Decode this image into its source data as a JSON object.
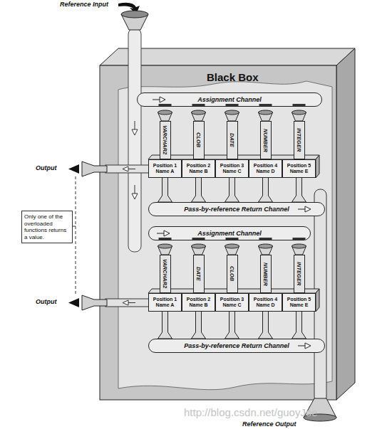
{
  "diagram": {
    "nodes": [
      {
        "text": [
          "Black Box"
        ]
      },
      {
        "text": [
          "Assignment Channel"
        ],
        "in": 0
      },
      {
        "text": [
          "VARCHAR2"
        ],
        "in": 0
      },
      {
        "text": [
          "CLOB"
        ],
        "in": 0
      },
      {
        "text": [
          "DATE"
        ],
        "in": 0
      },
      {
        "text": [
          "NUMBER"
        ],
        "in": 0
      },
      {
        "text": [
          "INTEGER"
        ],
        "in": 0
      },
      {
        "text": [
          "Position 1 Name A"
        ],
        "in": 0
      },
      {
        "text": [
          "Position 2 Name B"
        ],
        "in": 0
      },
      {
        "text": [
          "Position 3 Name C"
        ],
        "in": 0
      },
      {
        "text": [
          "Position 4 Name D"
        ],
        "in": 0
      },
      {
        "text": [
          "Position 5 Name E"
        ],
        "in": 0
      },
      {
        "text": [
          "Pass-by-reference Return Channel"
        ],
        "in": 0
      },
      {
        "text": [
          "Assignment Channel"
        ],
        "in": 0
      },
      {
        "text": [
          "VARCHAR2"
        ],
        "in": 0
      },
      {
        "text": [
          "DATE"
        ],
        "in": 0
      },
      {
        "text": [
          "CLOB"
        ],
        "in": 0
      },
      {
        "text": [
          "NUMBER"
        ],
        "in": 0
      },
      {
        "text": [
          "INTEGER"
        ],
        "in": 0
      },
      {
        "text": [
          "Position 1 Name A"
        ],
        "in": 0
      },
      {
        "text": [
          "Position 2 Name B"
        ],
        "in": 0
      },
      {
        "text": [
          "Position 3 Name C"
        ],
        "in": 0
      },
      {
        "text": [
          "Position 4 Name D"
        ],
        "in": 0
      },
      {
        "text": [
          "Position 5 Name E"
        ],
        "in": 0
      },
      {
        "text": [
          "Pass-by-reference Return Channel"
        ],
        "in": 0
      },
      {
        "text": [
          "Only one of the overloaded functions returns a value."
        ]
      }
    ],
    "edges": [
      {
        "from": 7,
        "to": 12,
        "arrow": "none"
      },
      {
        "from": 8,
        "to": 12,
        "arrow": "none"
      },
      {
        "from": 9,
        "to": 12,
        "arrow": "none"
      },
      {
        "from": 10,
        "to": 12,
        "arrow": "none"
      },
      {
        "from": 11,
        "to": 12,
        "arrow": "none"
      },
      {
        "from": 19,
        "to": 24,
        "arrow": "none"
      },
      {
        "from": 20,
        "to": 24,
        "arrow": "none"
      },
      {
        "from": 21,
        "to": 24,
        "arrow": "none"
      },
      {
        "from": 22,
        "to": 24,
        "arrow": "none"
      },
      {
        "from": 23,
        "to": 24,
        "arrow": "none"
      }
    ],
    "labels": [
      "Reference Input",
      "Output",
      "Output",
      "Reference Output",
      "http://blog.csdn.net/guoyJoe"
    ]
  }
}
